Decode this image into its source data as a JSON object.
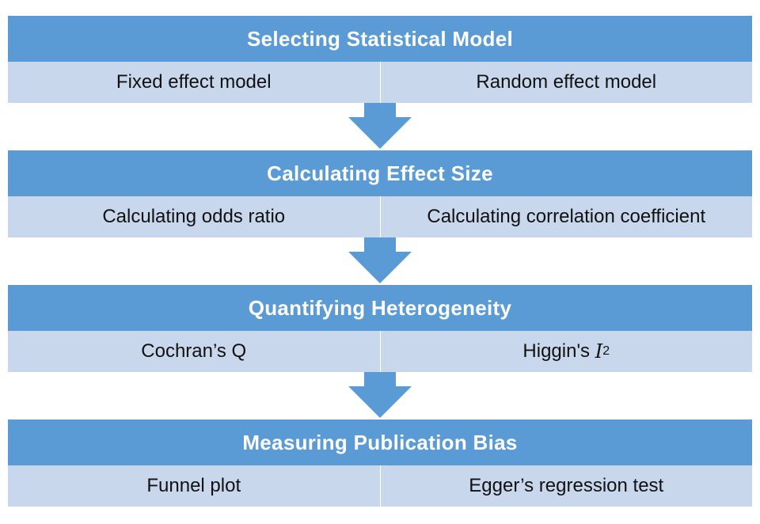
{
  "stages": [
    {
      "title": "Selecting Statistical Model",
      "left": "Fixed effect model",
      "right": "Random effect model"
    },
    {
      "title": "Calculating Effect Size",
      "left": "Calculating odds ratio",
      "right": "Calculating correlation coefficient"
    },
    {
      "title": "Quantifying Heterogeneity",
      "left": "Cochran’s Q",
      "right_prefix": "Higgin's ",
      "right_var": "I",
      "right_sup": "2"
    },
    {
      "title": "Measuring Publication Bias",
      "left": "Funnel plot",
      "right": "Egger’s regression test"
    }
  ],
  "colors": {
    "header": "#5b9bd5",
    "row": "#c9d7ed",
    "arrow": "#5b9bd5"
  }
}
